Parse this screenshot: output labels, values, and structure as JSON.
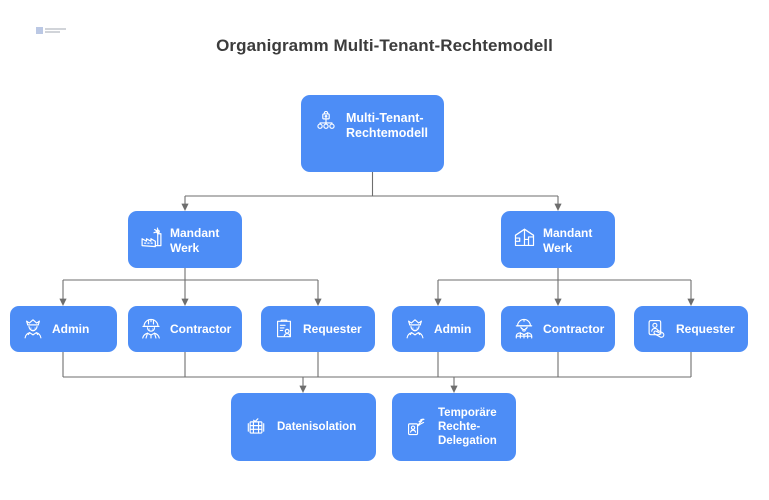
{
  "page": {
    "title": "Organigramm Multi-Tenant-Rechtemodell",
    "background_color": "#ffffff",
    "node_color": "#4d8df6",
    "connector_color": "#6e6e6e",
    "title_color": "#3c3c3c"
  },
  "watermark": {
    "name": "logo-watermark"
  },
  "nodes": {
    "root": {
      "label": "Multi-Tenant-\nRechtemodell",
      "icon": "lock-hierarchy-icon"
    },
    "tenant_left": {
      "label": "Mandant Werk",
      "icon": "factory-icon"
    },
    "tenant_right": {
      "label": "Mandant Werk",
      "icon": "warehouse-icon"
    },
    "left_admin": {
      "label": "Admin",
      "icon": "king-crown-user-icon"
    },
    "left_contractor": {
      "label": "Contractor",
      "icon": "hardhat-worker-icon"
    },
    "left_requester": {
      "label": "Requester",
      "icon": "clipboard-person-icon"
    },
    "right_admin": {
      "label": "Admin",
      "icon": "king-crown-user-icon"
    },
    "right_contractor": {
      "label": "Contractor",
      "icon": "helmet-worker-icon"
    },
    "right_requester": {
      "label": "Requester",
      "icon": "id-card-clip-icon"
    },
    "data_isolation": {
      "label": "Datenisolation",
      "icon": "database-check-icon"
    },
    "delegation": {
      "label": "Temporäre\nRechte-\nDelegation",
      "icon": "badge-hand-icon"
    }
  }
}
